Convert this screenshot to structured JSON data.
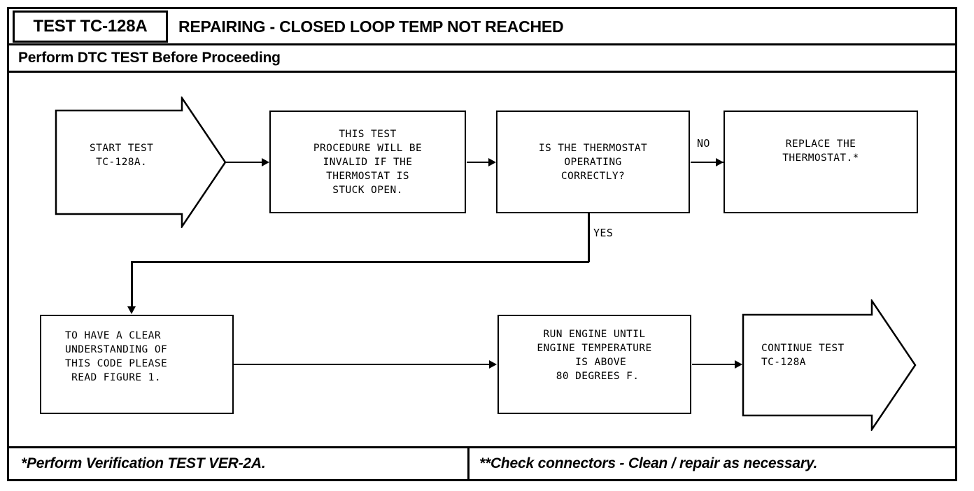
{
  "header": {
    "test_code": "TEST TC-128A",
    "title": "REPAIRING - CLOSED LOOP TEMP NOT REACHED",
    "subtitle": "Perform DTC TEST Before Proceeding"
  },
  "flowchart": {
    "type": "flowchart",
    "nodes": [
      {
        "id": "start",
        "shape": "arrow-banner",
        "text": "START TEST\nTC-128A."
      },
      {
        "id": "invalid-notice",
        "shape": "rectangle",
        "text": "THIS TEST\nPROCEDURE WILL BE\nINVALID IF THE\nTHERMOSTAT IS\nSTUCK OPEN."
      },
      {
        "id": "thermostat-question",
        "shape": "rectangle",
        "text": "IS THE THERMOSTAT\nOPERATING\nCORRECTLY?"
      },
      {
        "id": "replace-thermostat",
        "shape": "rectangle",
        "text": "REPLACE THE\nTHERMOSTAT.*"
      },
      {
        "id": "read-figure",
        "shape": "rectangle",
        "text": "TO HAVE A CLEAR\nUNDERSTANDING OF\nTHIS CODE PLEASE\n READ FIGURE 1."
      },
      {
        "id": "run-engine",
        "shape": "rectangle",
        "text": "RUN ENGINE UNTIL\nENGINE TEMPERATURE\n  IS ABOVE\n 80 DEGREES F."
      },
      {
        "id": "continue",
        "shape": "arrow-banner",
        "text": "CONTINUE TEST\nTC-128A"
      }
    ],
    "edges": [
      {
        "id": "start-to-invalid",
        "label": ""
      },
      {
        "id": "invalid-to-question",
        "label": ""
      },
      {
        "id": "question-to-replace",
        "label": "NO"
      },
      {
        "id": "question-to-figure",
        "label": "YES"
      },
      {
        "id": "figure-to-run",
        "label": ""
      },
      {
        "id": "run-to-continue",
        "label": ""
      }
    ]
  },
  "footer": {
    "left_note": "*Perform Verification TEST VER-2A.",
    "right_note": "**Check connectors - Clean / repair as necessary."
  }
}
